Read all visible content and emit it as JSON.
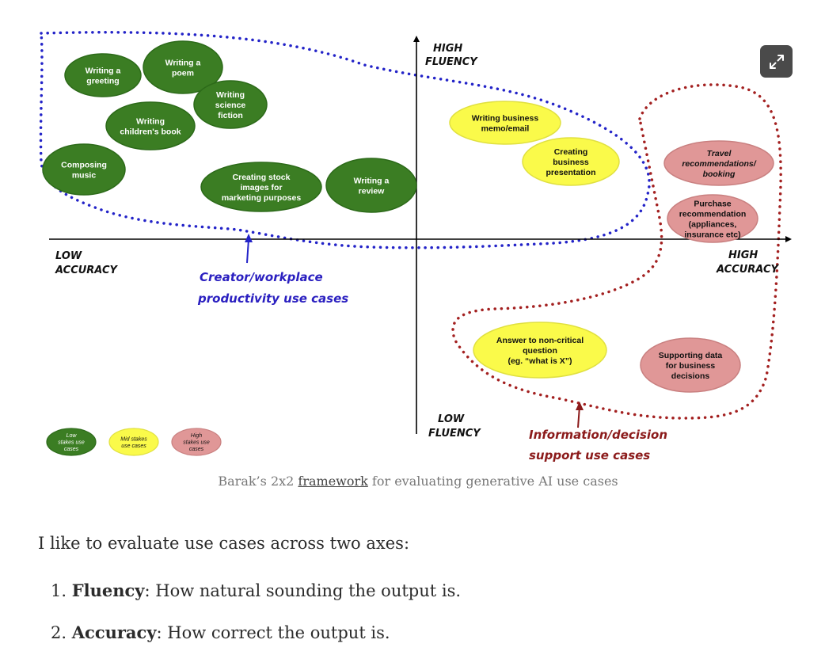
{
  "diagram": {
    "axis_labels": {
      "high_fluency": [
        "HIGH",
        "FLUENCY"
      ],
      "low_fluency": [
        "LOW",
        "FLUENCY"
      ],
      "low_accuracy": [
        "LOW",
        "ACCURACY"
      ],
      "high_accuracy": [
        "HIGH",
        "ACCURACY"
      ]
    },
    "bubbles": [
      {
        "id": "writing-greeting",
        "lines": [
          "Writing a",
          "greeting"
        ],
        "stakes": "low"
      },
      {
        "id": "writing-poem",
        "lines": [
          "Writing a",
          "poem"
        ],
        "stakes": "low"
      },
      {
        "id": "writing-science-fiction",
        "lines": [
          "Writing",
          "science",
          "fiction"
        ],
        "stakes": "low"
      },
      {
        "id": "writing-childrens-book",
        "lines": [
          "Writing",
          "children's book"
        ],
        "stakes": "low"
      },
      {
        "id": "composing-music",
        "lines": [
          "Composing",
          "music"
        ],
        "stakes": "low"
      },
      {
        "id": "creating-stock-images",
        "lines": [
          "Creating stock",
          "images for",
          "marketing purposes"
        ],
        "stakes": "low"
      },
      {
        "id": "writing-review",
        "lines": [
          "Writing a",
          "review"
        ],
        "stakes": "low"
      },
      {
        "id": "writing-business-memo",
        "lines": [
          "Writing business",
          "memo/email"
        ],
        "stakes": "mid"
      },
      {
        "id": "creating-business-presentation",
        "lines": [
          "Creating",
          "business",
          "presentation"
        ],
        "stakes": "mid"
      },
      {
        "id": "travel-recommendations",
        "lines": [
          "Travel",
          "recommendations/",
          "booking"
        ],
        "stakes": "high",
        "italic": true
      },
      {
        "id": "purchase-recommendation",
        "lines": [
          "Purchase",
          "recommendation",
          "(appliances,",
          "insurance etc)"
        ],
        "stakes": "high"
      },
      {
        "id": "answer-non-critical",
        "lines": [
          "Answer to non-critical",
          "question",
          "(eg. “what is X”)"
        ],
        "stakes": "mid"
      },
      {
        "id": "supporting-data",
        "lines": [
          "Supporting data",
          "for business",
          "decisions"
        ],
        "stakes": "high"
      }
    ],
    "annotations": {
      "creator": [
        "Creator/workplace",
        "productivity use cases"
      ],
      "information": [
        "Information/decision",
        "support use cases"
      ]
    },
    "legend": [
      {
        "id": "low",
        "lines": [
          "Low",
          "stakes use",
          "cases"
        ]
      },
      {
        "id": "mid",
        "lines": [
          "Mid stakes",
          "use cases"
        ]
      },
      {
        "id": "high",
        "lines": [
          "High",
          "stakes use",
          "cases"
        ]
      }
    ],
    "colors": {
      "low_fill": "#3b7d23",
      "low_stroke": "#2c6a19",
      "mid_fill": "#fafa4a",
      "mid_stroke": "#e0e040",
      "high_fill": "#e09797",
      "high_stroke": "#c98080",
      "blue_dots": "#2323c8",
      "red_dots": "#a32020",
      "blue_text": "#2a1fc0",
      "red_text": "#8b1a1a"
    }
  },
  "expand_icon": "expand-arrows-icon",
  "caption": {
    "before": "Barak’s 2x2 ",
    "link": "framework",
    "after": " for evaluating generative AI use cases"
  },
  "intro": "I like to evaluate use cases across two axes:",
  "axes_list": [
    {
      "number": "1.",
      "term": "Fluency",
      "description": ": How natural sounding the output is."
    },
    {
      "number": "2.",
      "term": "Accuracy",
      "description": ": How correct the output is."
    }
  ]
}
